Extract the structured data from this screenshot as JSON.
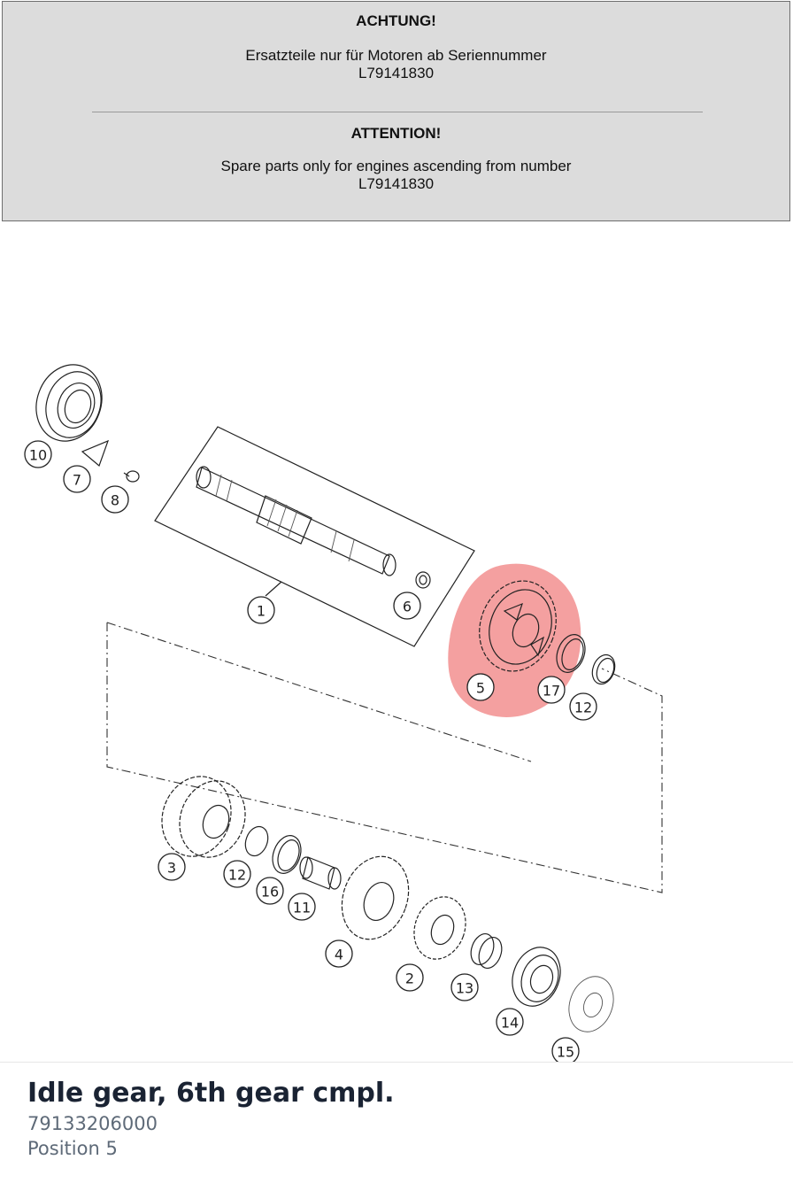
{
  "notice": {
    "de_heading": "ACHTUNG!",
    "de_text_line1": "Ersatzteile nur für Motoren ab Seriennummer",
    "de_text_line2": "L79141830",
    "en_heading": "ATTENTION!",
    "en_text_line1": "Spare parts only for engines ascending from number",
    "en_text_line2": "L79141830"
  },
  "diagram": {
    "callouts": [
      "10",
      "7",
      "8",
      "1",
      "6",
      "5",
      "17",
      "12",
      "3",
      "12",
      "16",
      "11",
      "4",
      "2",
      "13",
      "14",
      "15"
    ],
    "highlight_color": "#f08080",
    "highlighted_position": "5"
  },
  "part": {
    "title": "Idle gear, 6th gear cmpl.",
    "number": "79133206000",
    "position_label": "Position 5"
  }
}
